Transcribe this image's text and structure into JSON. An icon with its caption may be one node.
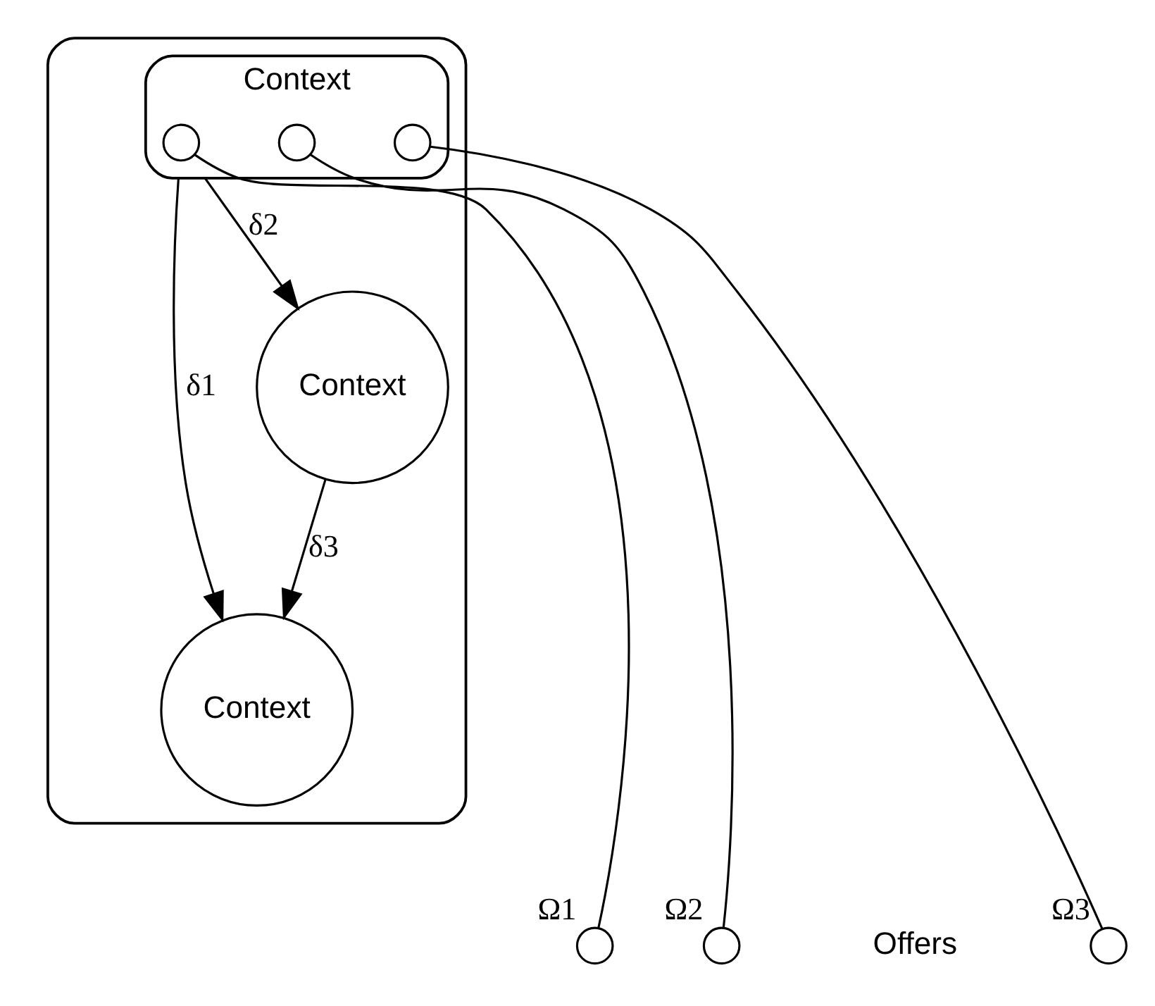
{
  "diagram": {
    "nodes": [
      {
        "text": [],
        "shape": "cloud"
      },
      {
        "text": [
          "Context"
        ],
        "in": 0
      },
      {
        "text": [
          "Context"
        ],
        "in": 0
      },
      {
        "text": [],
        "shape": "circle",
        "in": 2
      },
      {
        "text": [],
        "shape": "circle",
        "in": 2
      },
      {
        "text": [],
        "shape": "circle",
        "in": 2
      },
      {
        "text": [
          "Context"
        ],
        "in": 0
      },
      {
        "text": [],
        "shape": "circle",
        "beside": [
          "Ω1"
        ]
      },
      {
        "text": [],
        "shape": "circle",
        "beside": [
          "Ω2"
        ]
      },
      {
        "text": [],
        "shape": "circle",
        "beside": [
          "Ω3"
        ]
      }
    ],
    "edges": [
      {
        "from": 2,
        "to": 1,
        "arrow": "to",
        "label": "δ1"
      },
      {
        "from": 2,
        "to": 6,
        "arrow": "to",
        "label": "δ2"
      },
      {
        "from": 6,
        "to": 1,
        "arrow": "to",
        "label": "δ3"
      },
      {
        "from": 3,
        "to": 7,
        "arrow": "none"
      },
      {
        "from": 4,
        "to": 8,
        "arrow": "none"
      },
      {
        "from": 5,
        "to": 9,
        "arrow": "none"
      }
    ],
    "labels": [
      "Offers"
    ]
  }
}
